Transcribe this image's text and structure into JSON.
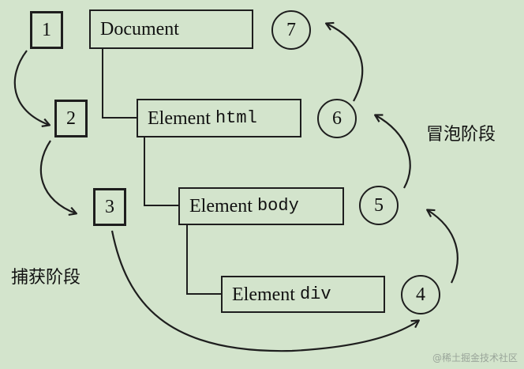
{
  "nodes": {
    "document": {
      "label": "Document"
    },
    "html": {
      "label": "Element ",
      "tag": "html"
    },
    "body": {
      "label": "Element ",
      "tag": "body"
    },
    "div": {
      "label": "Element ",
      "tag": "div"
    }
  },
  "capture_steps": [
    "1",
    "2",
    "3"
  ],
  "bubble_steps": [
    "4",
    "5",
    "6",
    "7"
  ],
  "labels": {
    "capture_phase": "捕获阶段",
    "bubble_phase": "冒泡阶段"
  },
  "watermark": "@稀土掘金技术社区",
  "colors": {
    "background": "#d3e4cc",
    "stroke": "#1e1e1e"
  }
}
